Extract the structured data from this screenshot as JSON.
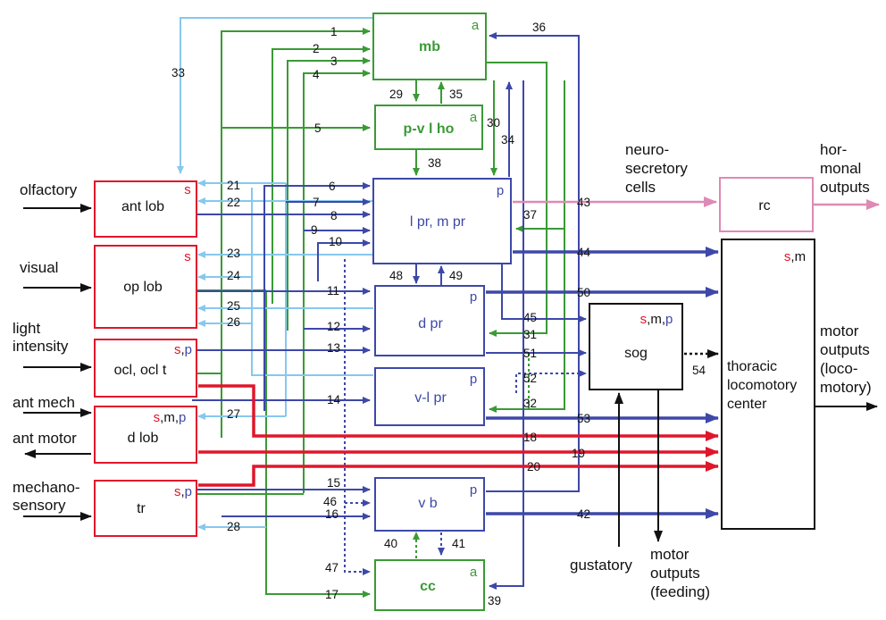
{
  "colors": {
    "green": "#3a9a35",
    "blue": "#3d48a8",
    "lightblue": "#86c8ee",
    "red": "#e0162b",
    "pink": "#dd8ab5",
    "black": "#111111"
  },
  "boxes": {
    "mb": {
      "name": "mb",
      "tag": "a"
    },
    "pvlho": {
      "name": "p-v l ho",
      "tag": "a"
    },
    "lpr": {
      "name": "l pr,  m pr",
      "tag": "p"
    },
    "dpr": {
      "name": "d pr",
      "tag": "p"
    },
    "vlpr": {
      "name": "v-l pr",
      "tag": "p"
    },
    "vb": {
      "name": "v b",
      "tag": "p"
    },
    "cc": {
      "name": "cc",
      "tag": "a"
    },
    "antlob": {
      "name": "ant lob",
      "tag": "s"
    },
    "oplob": {
      "name": "op lob",
      "tag": "s"
    },
    "ocl": {
      "name": "ocl, ocl t",
      "tag_parts": [
        "s",
        ",",
        "p"
      ]
    },
    "dlob": {
      "name": "d lob",
      "tag_parts": [
        "s",
        ",m,",
        "p"
      ]
    },
    "tr": {
      "name": "tr",
      "tag_parts": [
        "s",
        ",",
        "p"
      ]
    },
    "sog": {
      "name": "sog",
      "tag_parts": [
        "s",
        ",m,",
        "p"
      ]
    },
    "rc": {
      "name": "rc"
    },
    "thoracic": {
      "name_lines": [
        "thoracic",
        "locomotory",
        "center"
      ],
      "tag_parts": [
        "s",
        ",m"
      ]
    }
  },
  "inputs": {
    "olfactory": "olfactory",
    "visual": "visual",
    "light": [
      "light",
      "intensity"
    ],
    "antmech": "ant mech",
    "antmotor": "ant motor",
    "mechano": [
      "mechano-",
      "sensory"
    ],
    "gustatory": "gustatory"
  },
  "outputs": {
    "neuro": [
      "neuro-",
      "secretory",
      "cells"
    ],
    "hormonal": [
      "hor-",
      "monal",
      "outputs"
    ],
    "motor_loco": [
      "motor",
      "outputs",
      "(loco-",
      "motory)"
    ],
    "motor_feed": [
      "motor",
      "outputs",
      "(feeding)"
    ]
  },
  "connection_numbers": [
    "1",
    "2",
    "3",
    "4",
    "5",
    "6",
    "7",
    "8",
    "9",
    "10",
    "11",
    "12",
    "13",
    "14",
    "15",
    "16",
    "17",
    "18",
    "19",
    "20",
    "21",
    "22",
    "23",
    "24",
    "25",
    "26",
    "27",
    "28",
    "29",
    "30",
    "31",
    "32",
    "33",
    "34",
    "35",
    "36",
    "37",
    "38",
    "39",
    "40",
    "41",
    "42",
    "43",
    "44",
    "45",
    "46",
    "47",
    "48",
    "49",
    "50",
    "51",
    "52",
    "53",
    "54"
  ]
}
